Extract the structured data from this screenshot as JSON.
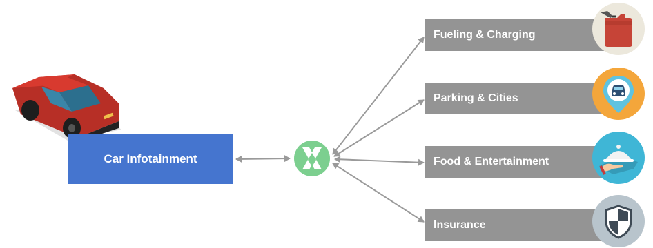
{
  "source_box": {
    "label": "Car Infotainment"
  },
  "hub": {
    "icon": "x-logo-icon",
    "color": "#7ccf8f"
  },
  "targets": [
    {
      "label": "Fueling & Charging",
      "icon": "fuel-can-icon",
      "circle_color": "#ece8dc"
    },
    {
      "label": "Parking & Cities",
      "icon": "car-location-pin-icon",
      "circle_color": "#f4a63b"
    },
    {
      "label": "Food & Entertainment",
      "icon": "food-cloche-icon",
      "circle_color": "#3fb6d6"
    },
    {
      "label": "Insurance",
      "icon": "shield-icon",
      "circle_color": "#b8c4cc"
    }
  ],
  "colors": {
    "source_box": "#4575cf",
    "target_box": "#949494",
    "arrow": "#9a9a9a"
  }
}
